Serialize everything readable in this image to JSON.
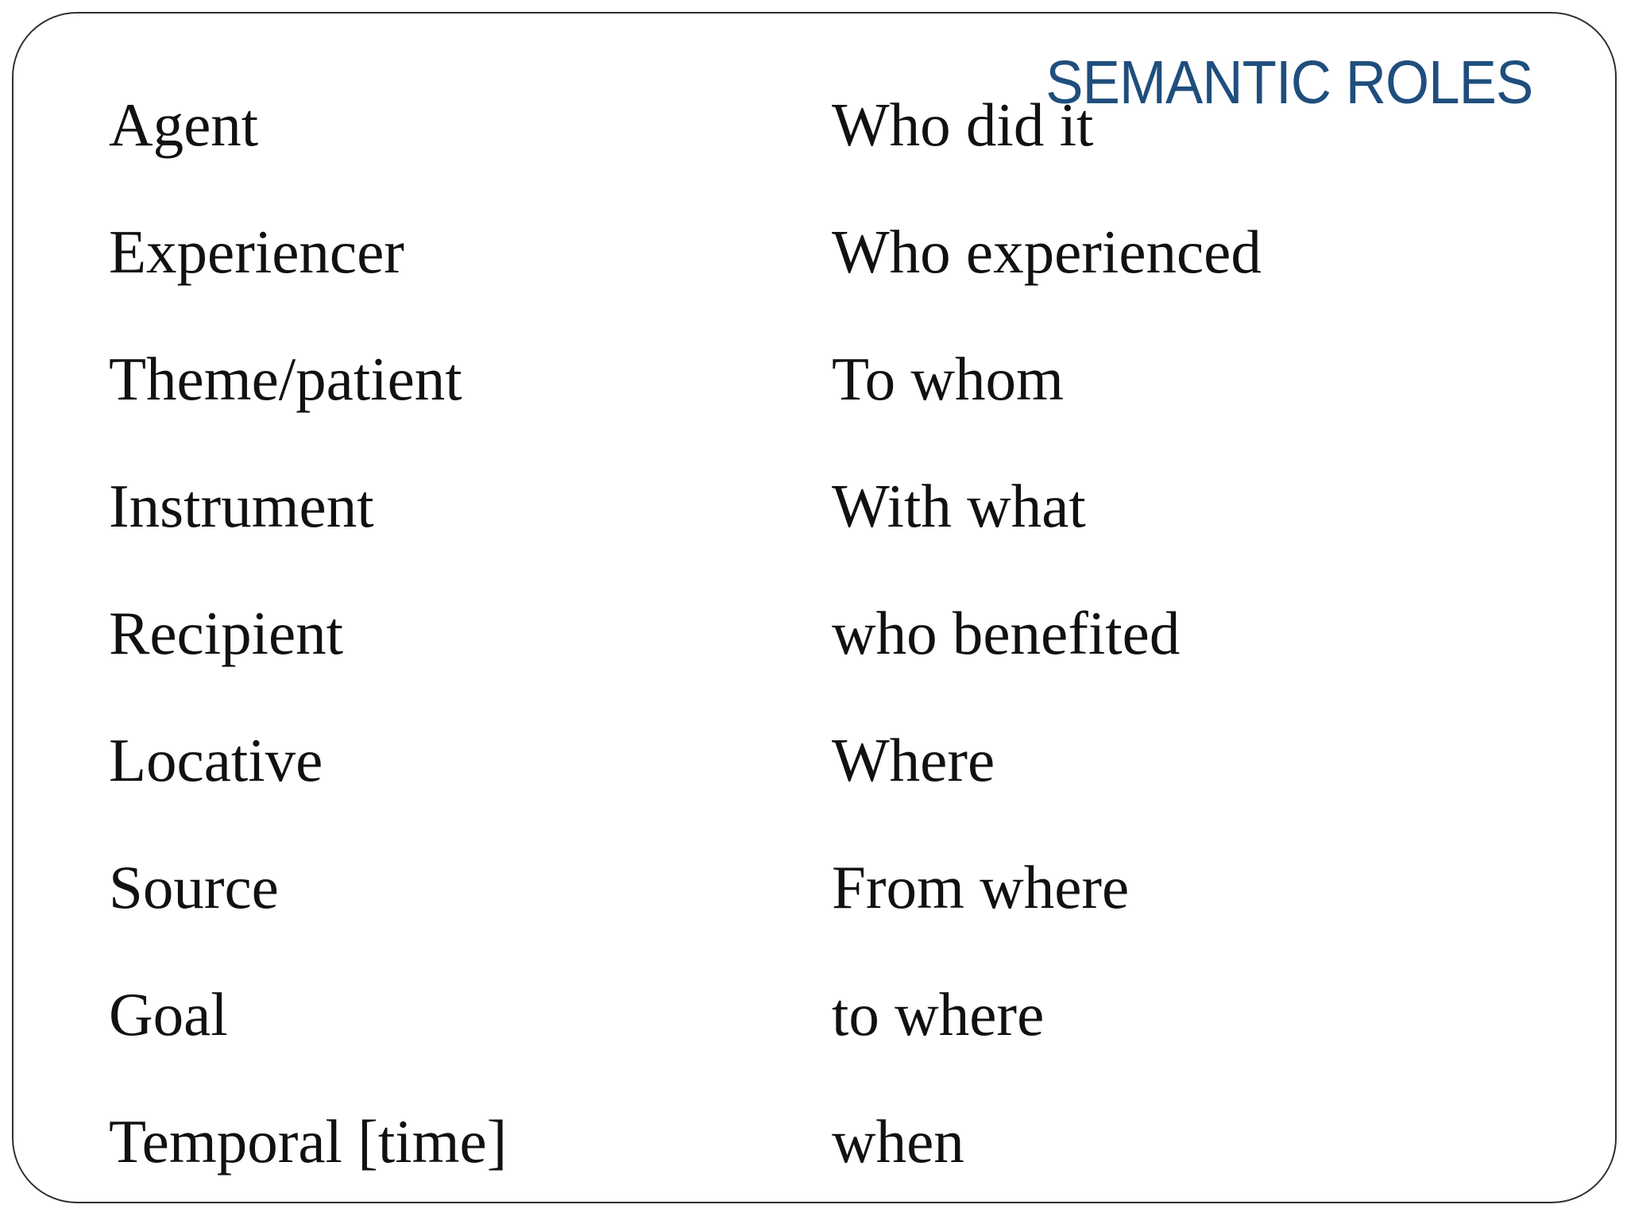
{
  "slide": {
    "title": "SEMANTIC ROLES",
    "title_color": "#1f4e7d",
    "roles": [
      {
        "term": "Agent",
        "meaning": "Who did it"
      },
      {
        "term": "Experiencer",
        "meaning": "Who experienced"
      },
      {
        "term": "Theme/patient",
        "meaning": "To whom"
      },
      {
        "term": "Instrument",
        "meaning": "With what"
      },
      {
        "term": "Recipient",
        "meaning": "who benefited"
      },
      {
        "term": "Locative",
        "meaning": "Where"
      },
      {
        "term": "Source",
        "meaning": "From where"
      },
      {
        "term": "Goal",
        "meaning": "to where"
      },
      {
        "term": "Temporal [time]",
        "meaning": "when"
      }
    ]
  }
}
